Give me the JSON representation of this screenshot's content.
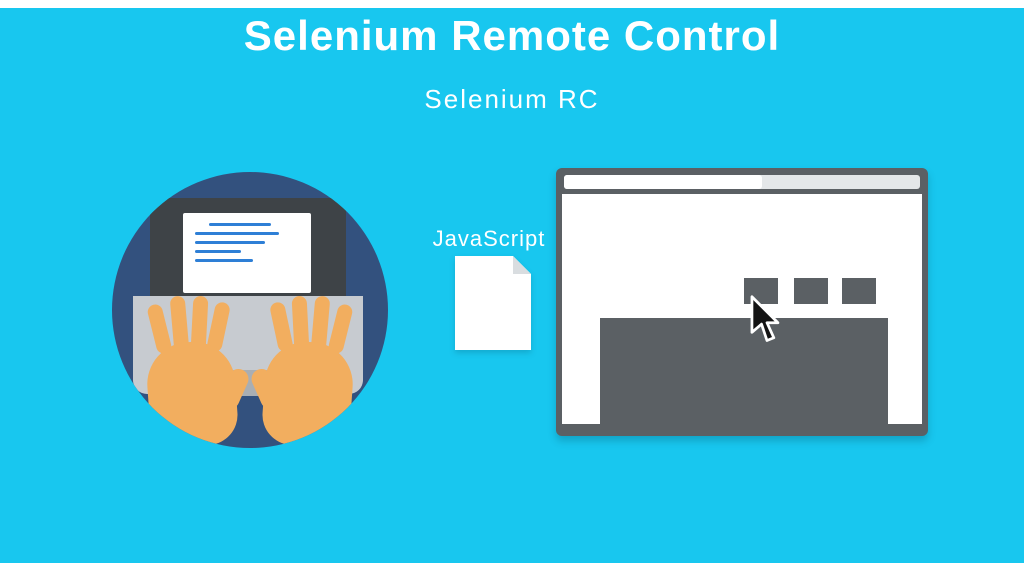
{
  "slide": {
    "title": "Selenium Remote Control",
    "subtitle": "Selenium RC"
  },
  "flow": {
    "javascript_label": "JavaScript"
  },
  "icons": {
    "javascript_file": "document-with-folded-corner",
    "mouse_cursor": "black-arrow-pointer",
    "developer": "person-typing-on-laptop-in-circle",
    "browser": "browser-window-wireframe"
  },
  "colors": {
    "background": "#18C7EF",
    "edge_bars": "#FFFFFF",
    "text": "#FFFFFF",
    "developer_circle": "#33517E",
    "laptop_screen": "#3E4347",
    "code_lines": "#2E7FD6",
    "keyboard": "#C7CBD0",
    "hands": "#F2AE5F",
    "browser_gray": "#5B6064",
    "browser_body": "#FFFFFF",
    "toolbar_light": "#E4E7E9",
    "document_fill": "#FFFFFF",
    "document_fold": "#D9DDE0"
  }
}
